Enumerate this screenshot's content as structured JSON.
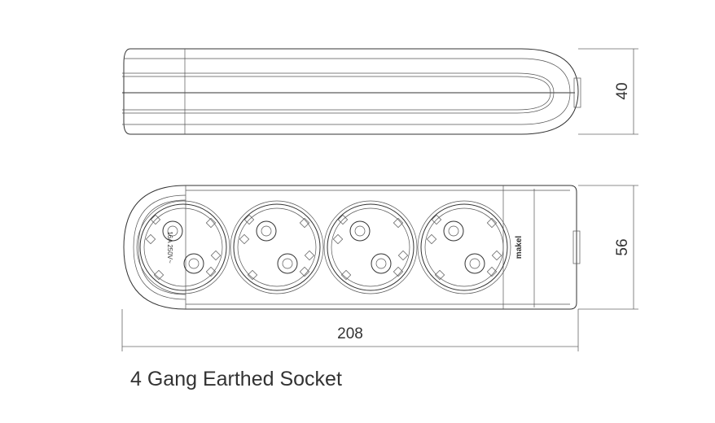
{
  "drawing": {
    "height_label": "40",
    "width_label": "56",
    "length_label": "208",
    "rating_text": "16A 250V~",
    "brand_logo": "makel",
    "socket_count": 4
  },
  "caption": "4 Gang Earthed Socket"
}
